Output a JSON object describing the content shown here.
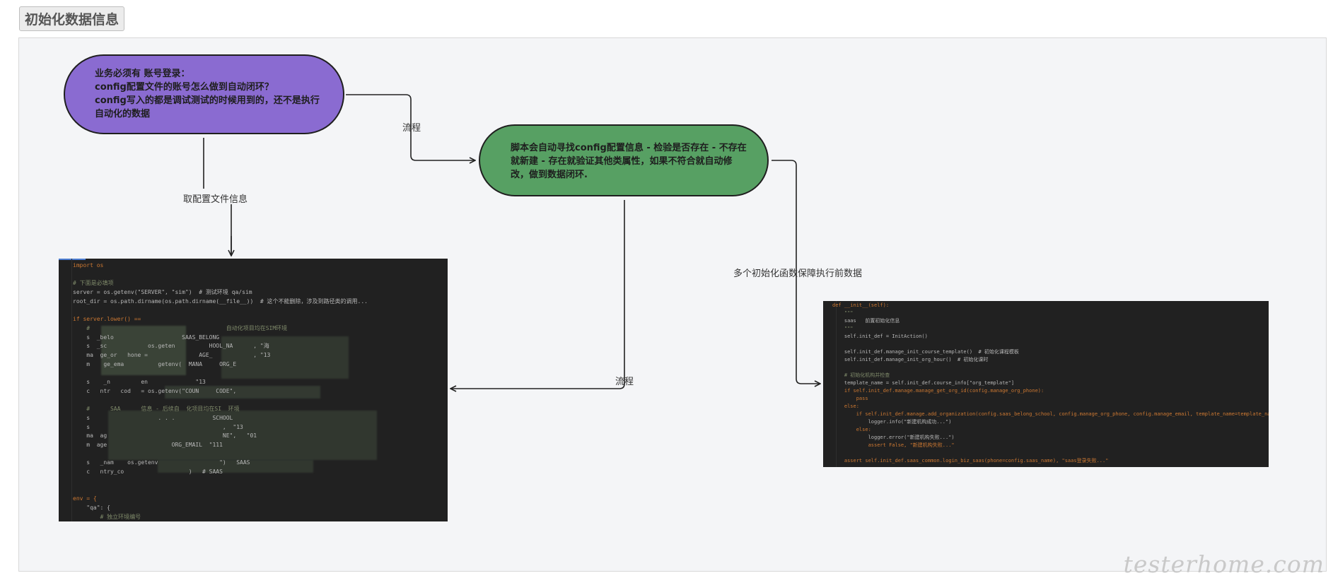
{
  "page": {
    "title": "初始化数据信息"
  },
  "nodes": {
    "purple": {
      "lines": [
        "业务必须有 账号登录：",
        "config配置文件的账号怎么做到自动闭环？",
        "config写入的都是调试测试的时候用到的，还不是执行",
        "自动化的数据"
      ]
    },
    "green": {
      "lines": [
        "脚本会自动寻找config配置信息 - 检验是否存在 - 不存在",
        "就新建 - 存在就验证其他类属性，如果不符合就自动修",
        "改，做到数据闭环."
      ]
    }
  },
  "edges": {
    "purple_to_green": "流程",
    "purple_to_code": "取配置文件信息",
    "green_to_code_left": "流程",
    "green_to_code_right": "多个初始化函数保障执行前数据"
  },
  "code_left": {
    "lines": [
      "import os",
      "",
      "# 下面是必填项",
      "server = os.getenv(\"SERVER\", \"sim\")  # 测试环境 qa/sim",
      "root_dir = os.path.dirname(os.path.dirname(__file__))  # 这个不能删除，涉及到路径类的调用...",
      "",
      "if server.lower() == ",
      "    #                                        自动化项目均在SIM环境",
      "    s  _belo                    SAAS_BELONG",
      "    s  _sc            os.geten          HOOL_NA      , \"海",
      "    ma  ge_or   hone =               AGE_            , \"13",
      "    m    ge_ema          getenv(  MANA     ORG_E",
      "",
      "    s    _n         en              \"13",
      "    c   ntr   cod   = os.getenv(\"COUN     CODE\",",
      "",
      "    #      SAA      信息 - 后续自  化项目均在SI  环境",
      "    s                    . . .           SCHOOL",
      "    s                                       ,  \"13",
      "    ma  ag                                  NE\",   \"01",
      "    m  age                   ORG_EMAIL  \"111",
      "",
      "    s   _nam    os.getenv                  \")   SAAS",
      "    c   ntry_co                   )   # SAAS  ",
      "",
      "",
      "env = {",
      "    \"qa\": {",
      "        # 独立环境编号"
    ]
  },
  "code_right": {
    "lines": [
      "def __init__(self):",
      "    \"\"\"",
      "    saas   前置初始化信息",
      "    \"\"\"",
      "    self.init_def = InitAction()",
      "",
      "    self.init_def.manage_init_course_template()  # 初始化课程模板",
      "    self.init_def.manage_init_org_hour()  # 初始化课时",
      "",
      "    # 初始化机构并检查",
      "    template_name = self.init_def.course_info[\"org_template\"]",
      "    if self.init_def.manage.manage_get_org_id(config.manage_org_phone):",
      "        pass",
      "    else:",
      "        if self.init_def.manage.add_organization(config.saas_belong_school, config.manage_org_phone, config.manage_email, template_name=template_name):",
      "            logger.info(\"新建机构成功...\")",
      "        else:",
      "            logger.error(\"新建机构失败...\")",
      "            assert False, \"新建机构失败...\"",
      "",
      "    assert self.init_def.saas_common.login_biz_saas(phone=config.saas_name), \"saas登录失败...\""
    ]
  },
  "watermark": "testerhome.com",
  "colors": {
    "purple_node": "#8a6bd1",
    "green_node": "#57a063",
    "canvas": "#f4f5f7",
    "code_bg": "#212121"
  }
}
